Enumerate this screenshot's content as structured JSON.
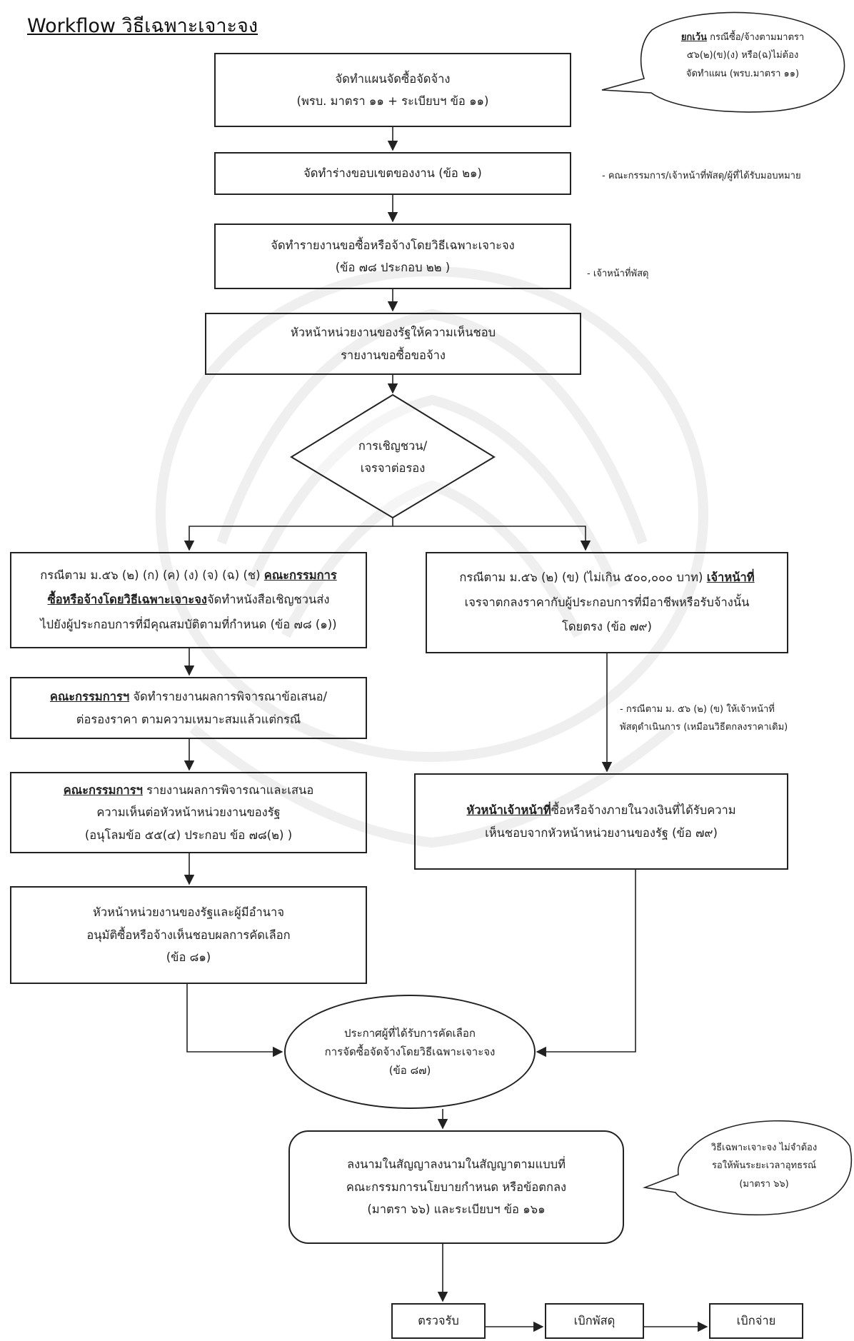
{
  "title": "Workflow วิธีเฉพาะเจาะจง",
  "steps": {
    "s1": {
      "l1": "จัดทำแผนจัดซื้อจัดจ้าง",
      "l2": "(พรบ. มาตรา ๑๑ + ระเบียบฯ ข้อ ๑๑)"
    },
    "s2": {
      "l1": "จัดทำร่างขอบเขตของงาน (ข้อ ๒๑)"
    },
    "s3": {
      "l1": "จัดทำรายงานขอซื้อหรือจ้างโดยวิธีเฉพาะเจาะจง",
      "l2": "(ข้อ ๗๘ ประกอบ ๒๒ )"
    },
    "s4": {
      "l1": "หัวหน้าหน่วยงานของรัฐให้ความเห็นชอบ",
      "l2": "รายงานขอซื้อขอจ้าง"
    },
    "decision": {
      "l1": "การเชิญชวน/",
      "l2": "เจรจาต่อรอง"
    },
    "left1": {
      "l1a": "กรณีตาม ม.๕๖ (๒) (ก) (ค) (ง) (จ) (ฉ) (ช) ",
      "l1b": "คณะกรรมการ",
      "l2a": "ซื้อหรือจ้างโดยวิธีเฉพาะเจาะจง",
      "l2b": "จัดทำหนังสือเชิญชวนส่ง",
      "l3": "ไปยังผู้ประกอบการที่มีคุณสมบัติตามที่กำหนด (ข้อ ๗๘ (๑))"
    },
    "left2": {
      "l1a": "คณะกรรมการฯ",
      "l1b": " จัดทำรายงานผลการพิจารณาข้อเสนอ/",
      "l2": "ต่อรองราคา ตามความเหมาะสมแล้วแต่กรณี"
    },
    "left3": {
      "l1a": "คณะกรรมการฯ",
      "l1b": " รายงานผลการพิจารณาและเสนอ",
      "l2": "ความเห็นต่อหัวหน้าหน่วยงานของรัฐ",
      "l3": "(อนุโลมข้อ ๕๕(๔) ประกอบ ข้อ ๗๘(๒) )"
    },
    "left4": {
      "l1": "หัวหน้าหน่วยงานของรัฐและผู้มีอำนาจ",
      "l2": "อนุมัติซื้อหรือจ้างเห็นชอบผลการคัดเลือก",
      "l3": "(ข้อ ๘๑)"
    },
    "right1": {
      "l1a": "กรณีตาม ม.๕๖ (๒) (ข) (ไม่เกิน ๕๐๐,๐๐๐ บาท) ",
      "l1b": "เจ้าหน้าที่",
      "l2": "เจรจาตกลงราคากับผู้ประกอบการที่มีอาชีพหรือรับจ้างนั้น",
      "l3": "โดยตรง (ข้อ ๗๙)"
    },
    "right2": {
      "l1a": "หัวหน้าเจ้าหน้าที่",
      "l1b": "ซื้อหรือจ้างภายในวงเงินที่ได้รับความ",
      "l2": "เห็นชอบจากหัวหน้าหน่วยงานของรัฐ (ข้อ ๗๙)"
    },
    "announce": {
      "l1": "ประกาศผู้ที่ได้รับการคัดเลือก",
      "l2": "การจัดซื้อจัดจ้างโดยวิธีเฉพาะเจาะจง",
      "l3": "(ข้อ ๘๗)"
    },
    "contract": {
      "l1": "ลงนามในสัญญาลงนามในสัญญาตามแบบที่",
      "l2": "คณะกรรมการนโยบายกำหนด หรือข้อตกลง",
      "l3": "(มาตรา ๖๖) และระเบียบฯ ข้อ ๑๖๑"
    },
    "final": [
      "ตรวจรับ",
      "เบิกพัสดุ",
      "เบิกจ่าย"
    ]
  },
  "notes": {
    "n2": "- คณะกรรมการ/เจ้าหน้าที่พัสดุ/ผู้ที่ได้รับมอบหมาย",
    "n3": "- เจ้าหน้าที่พัสดุ",
    "n4_l1": "- กรณีตาม ม. ๕๖ (๒) (ข) ให้เจ้าหน้าที่",
    "n4_l2": "พัสดุดำเนินการ (เหมือนวิธีตกลงราคาเดิม)"
  },
  "bubbles": {
    "b1_l1a": "ยกเว้น",
    "b1_l1b": " กรณีซื้อ/จ้างตามมาตรา",
    "b1_l2": "๕๖(๒)(ข)(ง) หรือ(ฉ)ไม่ต้อง",
    "b1_l3": "จัดทำแผน (พรบ.มาตรา ๑๑)",
    "b2_l1": "วิธีเฉพาะเจาะจง ไม่จำต้อง",
    "b2_l2": "รอให้พ้นระยะเวลาอุทธรณ์",
    "b2_l3": "(มาตรา ๖๖)"
  }
}
